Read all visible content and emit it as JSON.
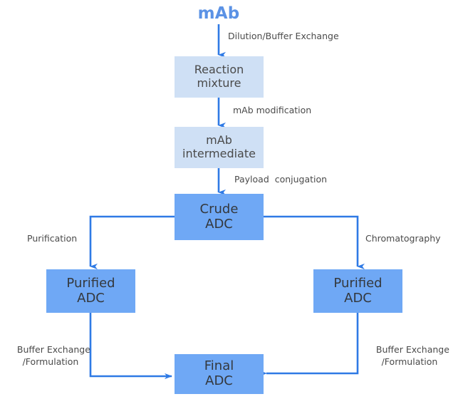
{
  "diagram": {
    "title": "mAb",
    "accent_blue": "#5b92e5",
    "connector_blue": "#2f7ae5",
    "box_light_fill": "#cfe0f5",
    "box_strong_fill": "#6fa8f5",
    "label_color": "#4a4a4a",
    "nodes": [
      {
        "id": "reaction-mixture",
        "line1": "Reaction",
        "line2": "mixture"
      },
      {
        "id": "mab-intermediate",
        "line1": "mAb",
        "line2": "intermediate"
      },
      {
        "id": "crude-adc",
        "line1": "Crude",
        "line2": "ADC"
      },
      {
        "id": "purified-adc-left",
        "line1": "Purified",
        "line2": "ADC"
      },
      {
        "id": "purified-adc-right",
        "line1": "Purified",
        "line2": "ADC"
      },
      {
        "id": "final-adc",
        "line1": "Final",
        "line2": "ADC"
      }
    ],
    "edges": [
      {
        "id": "mab-to-reaction",
        "label": "Dilution/Buffer Exchange"
      },
      {
        "id": "reaction-to-intermediate",
        "label": "mAb modification"
      },
      {
        "id": "intermediate-to-crude",
        "label": "Payload  conjugation"
      },
      {
        "id": "crude-to-purified-left",
        "label": "Purification"
      },
      {
        "id": "crude-to-purified-right",
        "label": "Chromatography"
      },
      {
        "id": "purified-left-to-final",
        "line1": "Buffer Exchange",
        "line2": "/Formulation"
      },
      {
        "id": "purified-right-to-final",
        "line1": "Buffer Exchange",
        "line2": "/Formulation"
      }
    ]
  }
}
